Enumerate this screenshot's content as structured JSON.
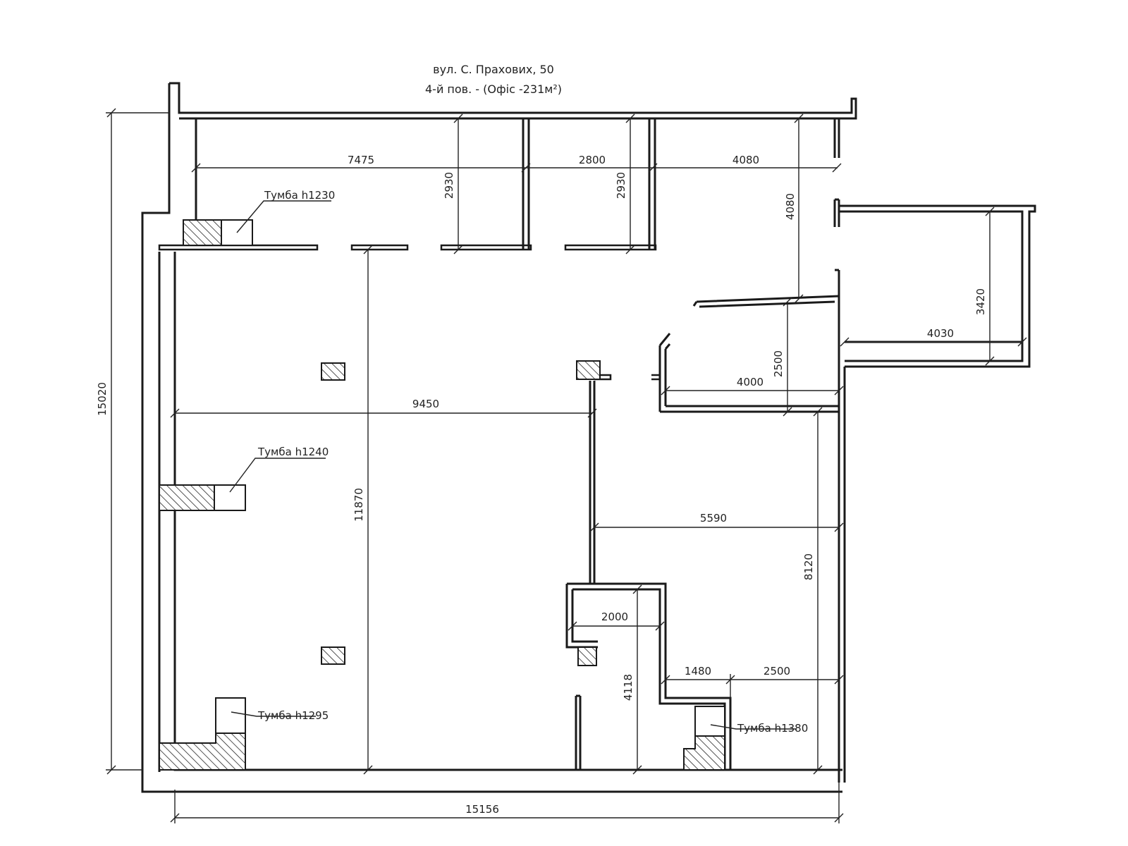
{
  "title": {
    "line1": "вул. С. Прахових, 50",
    "line2": "4-й пов. - (Офіс -231м²)"
  },
  "dimensions": {
    "d7475": "7475",
    "d2800": "2800",
    "d4080h": "4080",
    "d2930a": "2930",
    "d2930b": "2930",
    "d4080v": "4080",
    "d3420": "3420",
    "d4030": "4030",
    "d2500v": "2500",
    "d4000": "4000",
    "d9450": "9450",
    "d15020": "15020",
    "d11870": "11870",
    "d5590": "5590",
    "d8120": "8120",
    "d2000": "2000",
    "d4118": "4118",
    "d1480": "1480",
    "d2500h": "2500",
    "d15156": "15156"
  },
  "labels": {
    "cab1230": "Тумба h1230",
    "cab1240": "Тумба h1240",
    "cab1295": "Тумба h1295",
    "cab1380": "Тумба h1380"
  },
  "colors": {
    "line": "#1a1a1a",
    "background": "#ffffff"
  }
}
